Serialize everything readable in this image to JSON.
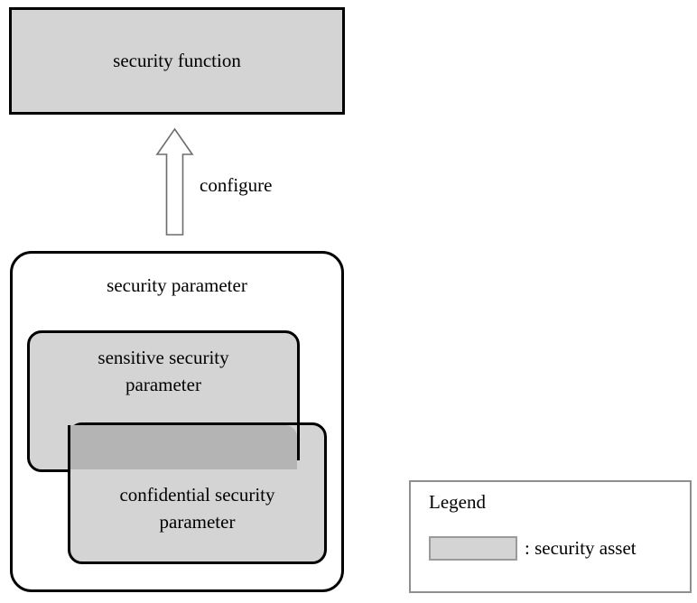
{
  "diagram": {
    "security_function": {
      "label": "security function",
      "fill_color": "#d4d4d4",
      "border_color": "#000000"
    },
    "relation": {
      "arrow_label": "configure",
      "arrow_direction": "up",
      "arrow_style": "hollow-block-arrow",
      "from": "security parameter",
      "to": "security function"
    },
    "security_parameter": {
      "label": "security parameter",
      "fill_color": "#ffffff",
      "border_color": "#000000",
      "children": [
        {
          "name": "sensitive-security-parameter",
          "label_line1": "sensitive security",
          "label_line2": "parameter",
          "fill_color": "#d4d4d4",
          "border_color": "#000000"
        },
        {
          "name": "confidential-security-parameter",
          "label_line1": "confidential security",
          "label_line2": "parameter",
          "fill_color": "#d4d4d4",
          "border_color": "#000000"
        }
      ],
      "overlap_color": "#b4b4b4"
    }
  },
  "legend": {
    "title": "Legend",
    "entries": [
      {
        "swatch_color": "#d4d4d4",
        "swatch_border": "#9a9a9a",
        "text": ": security asset"
      }
    ],
    "border_color": "#8f8f8f"
  }
}
